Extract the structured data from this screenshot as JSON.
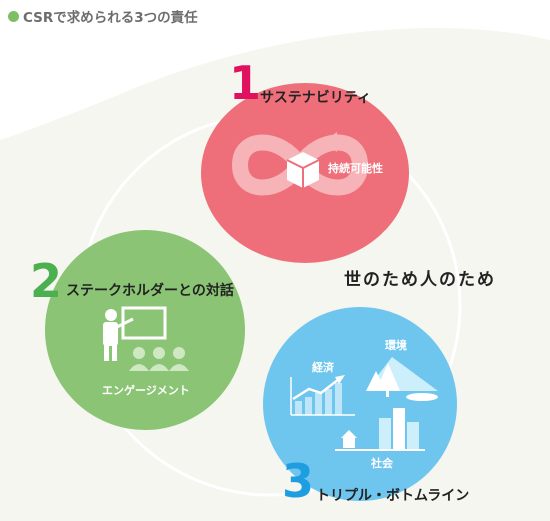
{
  "header": {
    "title": "CSRで求められる3つの責任"
  },
  "center": {
    "text": "世のため人のため"
  },
  "pillars": [
    {
      "number": "1",
      "label": "サステナビリティ",
      "sub": "持続可能性",
      "color": "#ee6f79",
      "number_color": "#e0115f"
    },
    {
      "number": "2",
      "label": "ステークホルダーとの対話",
      "sub": "エンゲージメント",
      "color": "#8bc474",
      "number_color": "#4caf50"
    },
    {
      "number": "3",
      "label": "トリプル・ボトムライン",
      "sub_items": [
        "経済",
        "環境",
        "社会"
      ],
      "color": "#6ec6ef",
      "number_color": "#1e9ee0"
    }
  ]
}
